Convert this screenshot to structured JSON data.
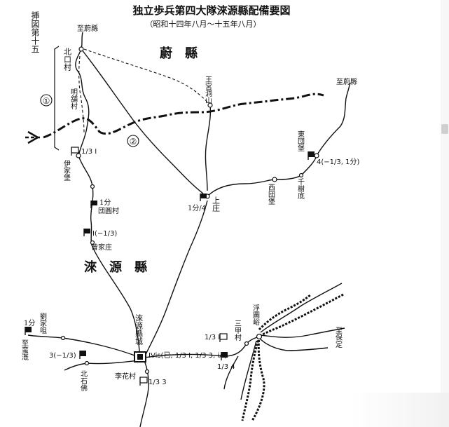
{
  "title": "独立歩兵第四大隊淶源縣配備要図",
  "subtitle": "（昭和十四年八月～十五年八月）",
  "side_label": "挿図第十五",
  "regions": {
    "wei": "蔚　縣",
    "laiyuan": "淶　源　縣"
  },
  "places": {
    "to_wei_top": "至蔚縣",
    "beikou": "北口村",
    "mingpu": "明舗村",
    "wanggong": "王宮洞山",
    "to_wei_right": "至蔚縣",
    "dongtuanbao": "東団堡",
    "xituanbao": "西団堡",
    "qianshudi": "千樹底",
    "shangzhuang": "上庄",
    "yijiabao": "伊家堡",
    "tuanyuancun": "団圓村",
    "zhujiazhuang": "曾家庄",
    "liujiaju": "劉家咀",
    "to_wangji": "至蛮漑",
    "beishifo": "北石佛",
    "laiyuan_city": "淶源縣城",
    "lihuacun": "李花村",
    "sanjiacun": "三甲村",
    "futuyu": "浮圖峪",
    "to_baoding": "至保定"
  },
  "unit_labels": {
    "yijiabao_post": "1/3 I",
    "tuanyuan_post": "1分",
    "zhujia_post": "I(−1/3)",
    "shangzhuang_post": "1分/4",
    "dongtuan_post": "4(−1/3, 1分)",
    "liujia_post": "1分",
    "beishifo_post": "3(−1/3)",
    "city_post": "IVis(已, 1/3 I, 1/3 3, iA)",
    "lihua_post": "1/3 3",
    "sanjia_post": "1/3 I",
    "sanjia_post2": "1/3 4"
  },
  "route_markers": {
    "route1": "①",
    "route2": "②"
  }
}
